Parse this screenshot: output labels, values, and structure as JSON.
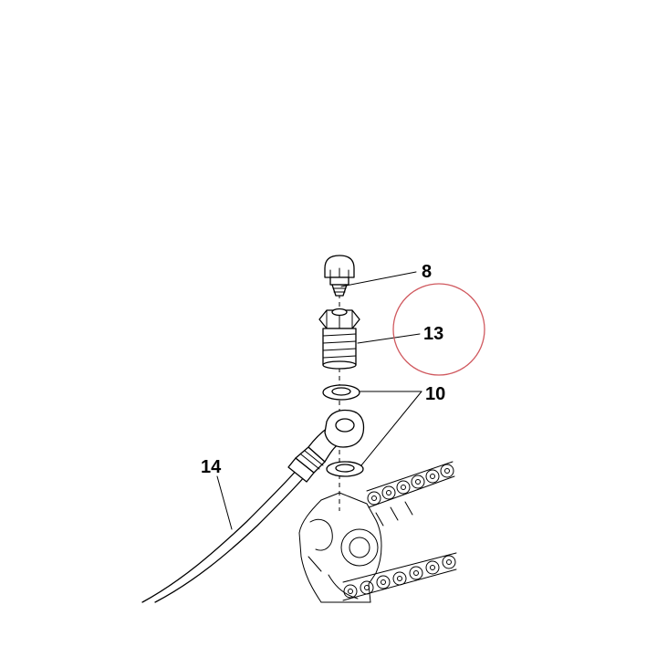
{
  "diagram": {
    "labels": {
      "part_8": "8",
      "part_13": "13",
      "part_10": "10",
      "part_14": "14"
    },
    "highlight_color": "#d0595f"
  }
}
